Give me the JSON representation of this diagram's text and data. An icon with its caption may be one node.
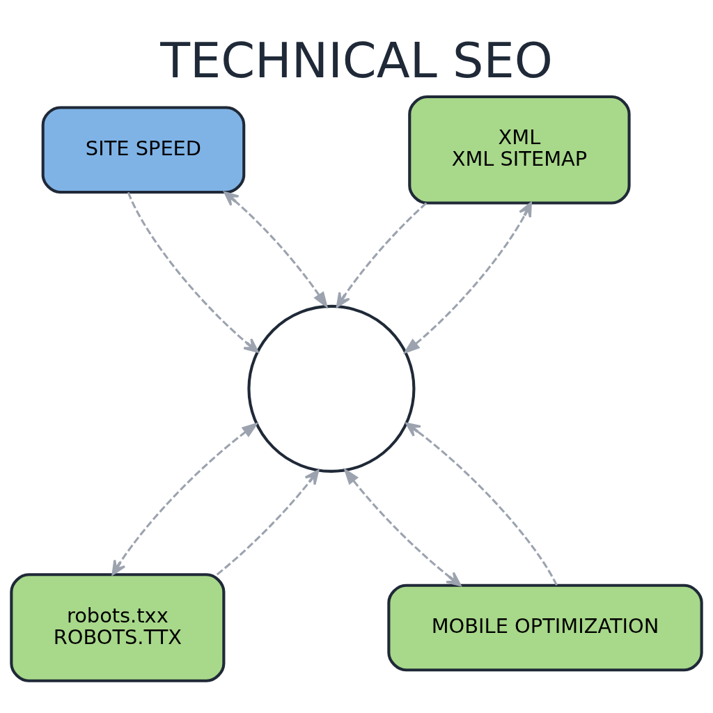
{
  "diagram": {
    "title": "TECHNICAL SEO",
    "nodes": [
      {
        "text": [
          "SITE SPEED"
        ]
      },
      {
        "text": [
          "XML",
          "XML SITEMAP"
        ]
      },
      {
        "text": [],
        "shape": "circle"
      },
      {
        "text": [
          "robots.txx",
          "ROBOTS.TTX"
        ]
      },
      {
        "text": [
          "MOBILE OPTIMIZATION"
        ]
      }
    ],
    "edges": [
      {
        "from": 0,
        "to": 2,
        "arrow": "to",
        "style": "dashed"
      },
      {
        "from": 2,
        "to": 0,
        "arrow": "both",
        "style": "dashed"
      },
      {
        "from": 1,
        "to": 2,
        "arrow": "to",
        "style": "dashed"
      },
      {
        "from": 2,
        "to": 1,
        "arrow": "both",
        "style": "dashed"
      },
      {
        "from": 3,
        "to": 2,
        "arrow": "to",
        "style": "dashed"
      },
      {
        "from": 2,
        "to": 3,
        "arrow": "both",
        "style": "dashed"
      },
      {
        "from": 4,
        "to": 2,
        "arrow": "to",
        "style": "dashed"
      },
      {
        "from": 2,
        "to": 4,
        "arrow": "both",
        "style": "dashed"
      }
    ]
  }
}
